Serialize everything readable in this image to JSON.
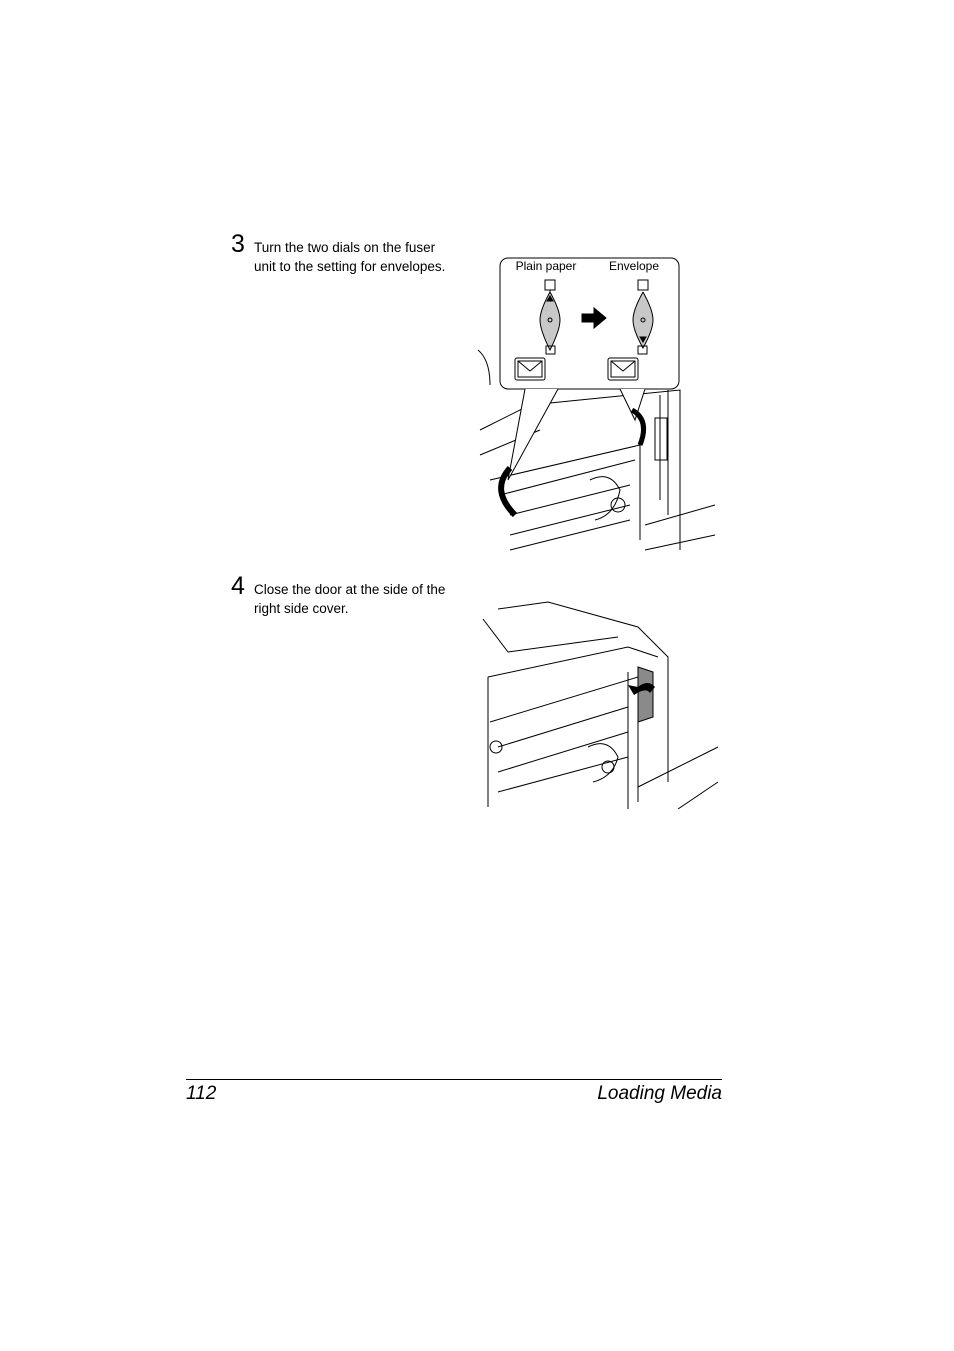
{
  "steps": [
    {
      "number": "3",
      "lines": [
        "Turn the two dials on the fuser",
        "unit to the setting for envelopes."
      ],
      "callout": {
        "left_label": "Plain paper",
        "right_label": "Envelope"
      }
    },
    {
      "number": "4",
      "lines": [
        "Close the door at the side of the",
        "right side cover."
      ]
    }
  ],
  "footer": {
    "page_number": "112",
    "section_title": "Loading Media"
  }
}
